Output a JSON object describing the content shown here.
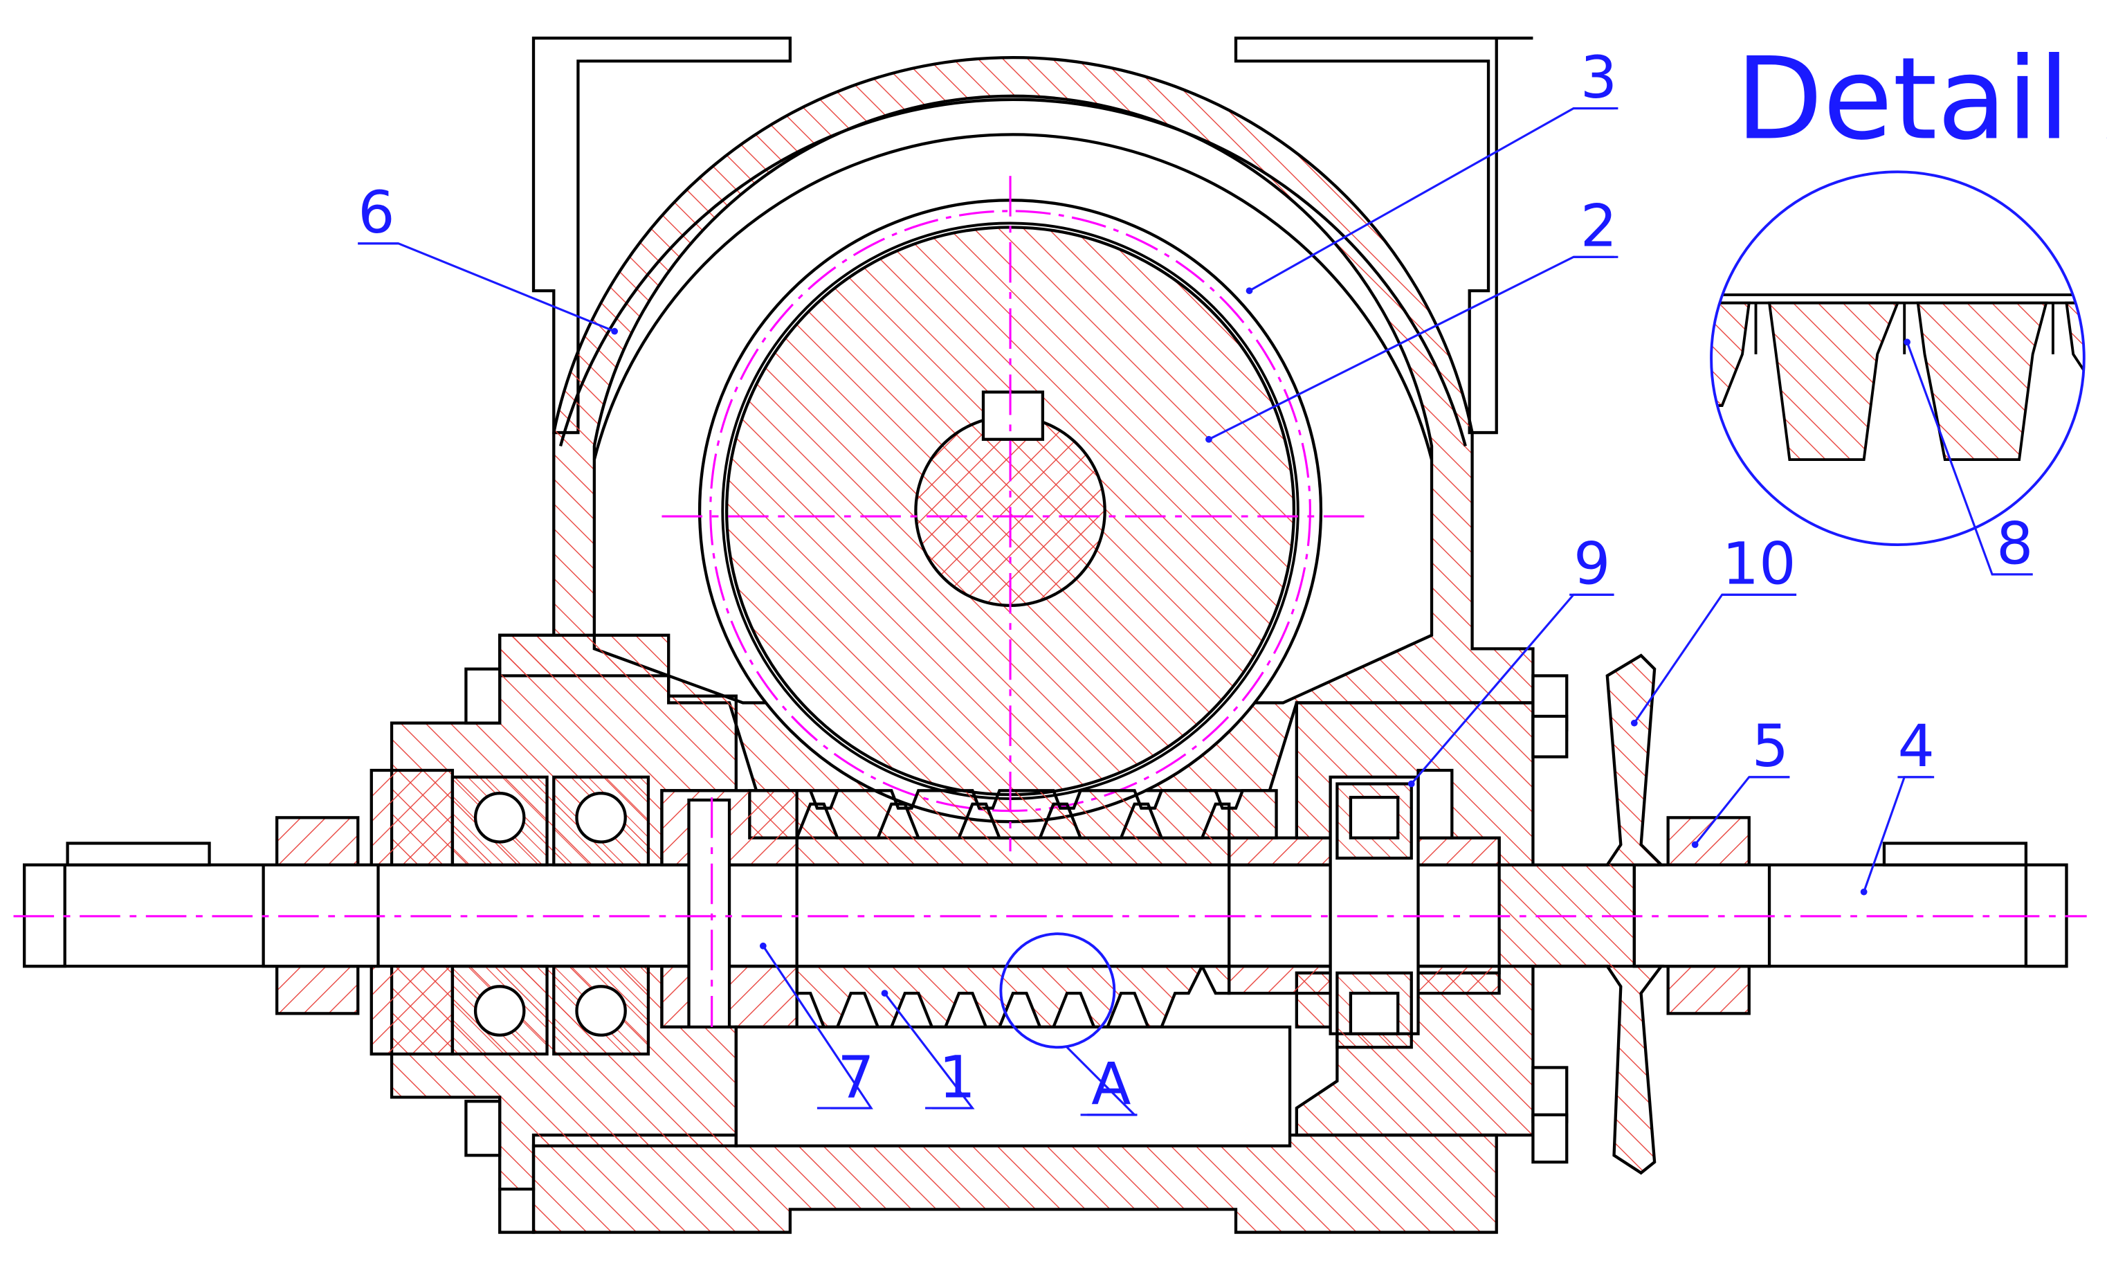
{
  "colors": {
    "outline": "#000000",
    "hatch": "#e8413b",
    "centerline": "#ff00ff",
    "annotation": "#1a1aff",
    "background": "#ffffff"
  },
  "detail": {
    "title": "Detail A"
  },
  "labels": {
    "l1": "1",
    "l2": "2",
    "l3": "3",
    "l4": "4",
    "l5": "5",
    "l6": "6",
    "l7": "7",
    "l8": "8",
    "l9": "9",
    "l10": "10",
    "lA": "A"
  }
}
